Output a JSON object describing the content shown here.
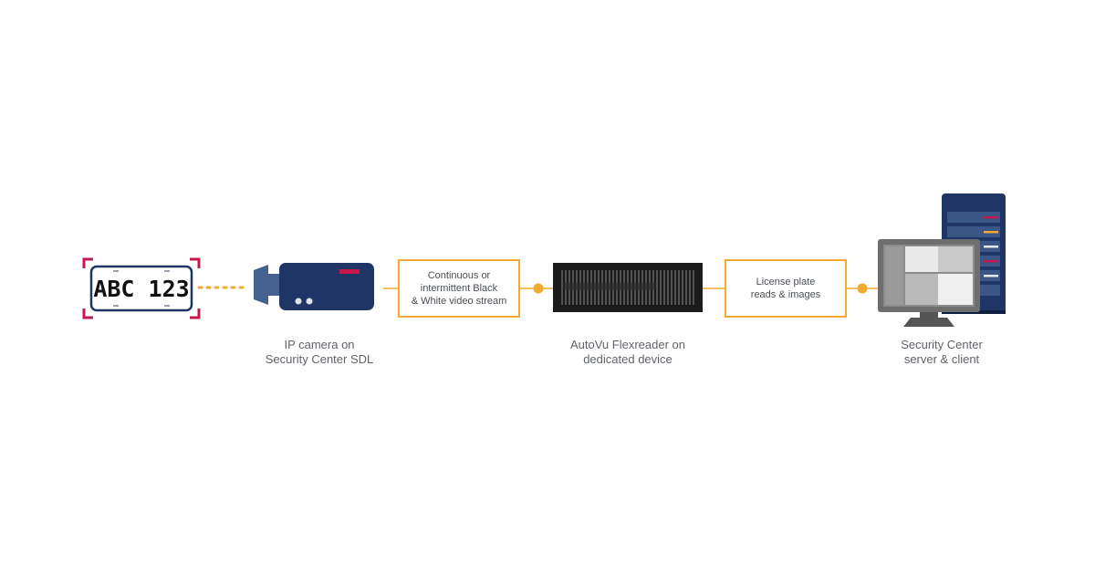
{
  "plate": {
    "text": "ABC 123"
  },
  "camera": {
    "label_lines": [
      "IP camera on",
      "Security Center SDL"
    ]
  },
  "stream_box": {
    "lines": [
      "Continuous or",
      "intermittent Black",
      "& White video stream"
    ]
  },
  "reader": {
    "label_lines": [
      "AutoVu Flexreader on",
      "dedicated device"
    ]
  },
  "reads_box": {
    "lines": [
      "License plate",
      "reads & images"
    ]
  },
  "server": {
    "label_lines": [
      "Security Center",
      "server & client"
    ]
  },
  "colors": {
    "navy": "#1e3566",
    "accent_orange": "#f3a830",
    "accent_red": "#c4184c",
    "device_black": "#1b1b1b",
    "monitor_gray": "#6e6e6e"
  }
}
